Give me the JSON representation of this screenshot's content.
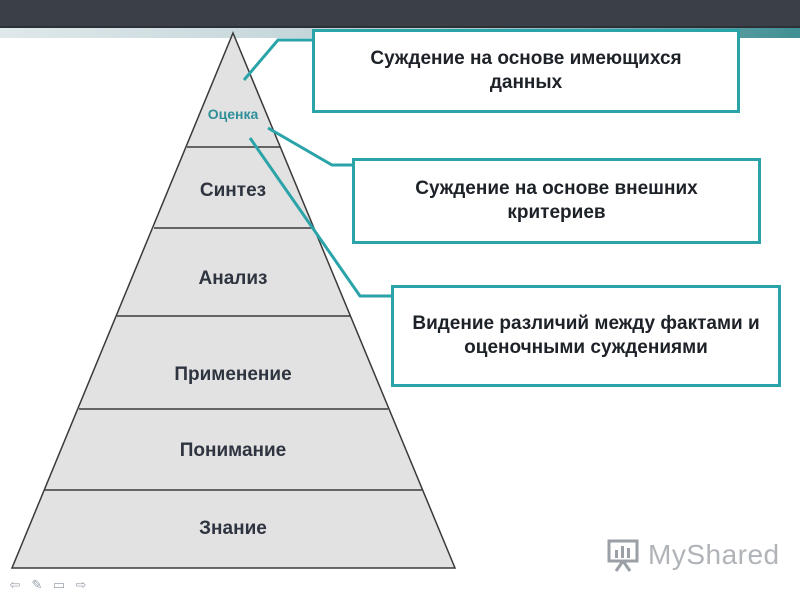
{
  "pyramid": {
    "levels": [
      {
        "label": "Оценка"
      },
      {
        "label": "Синтез"
      },
      {
        "label": "Анализ"
      },
      {
        "label": "Применение"
      },
      {
        "label": "Понимание"
      },
      {
        "label": "Знание"
      }
    ]
  },
  "callouts": [
    {
      "text": "Суждение на основе имеющихся данных"
    },
    {
      "text": "Суждение на основе внешних критериев"
    },
    {
      "text": "Видение различий между фактами и оценочными суждениями"
    }
  ],
  "brand": {
    "name": "MyShared"
  },
  "colors": {
    "pyramid_fill": "#e2e2e2",
    "pyramid_stroke": "#3a3a3a",
    "accent": "#2aa3a9",
    "top_label": "#2f8f98"
  },
  "nav_icons": [
    "arrow-left-icon",
    "pen-icon",
    "screen-icon",
    "arrow-right-icon"
  ]
}
